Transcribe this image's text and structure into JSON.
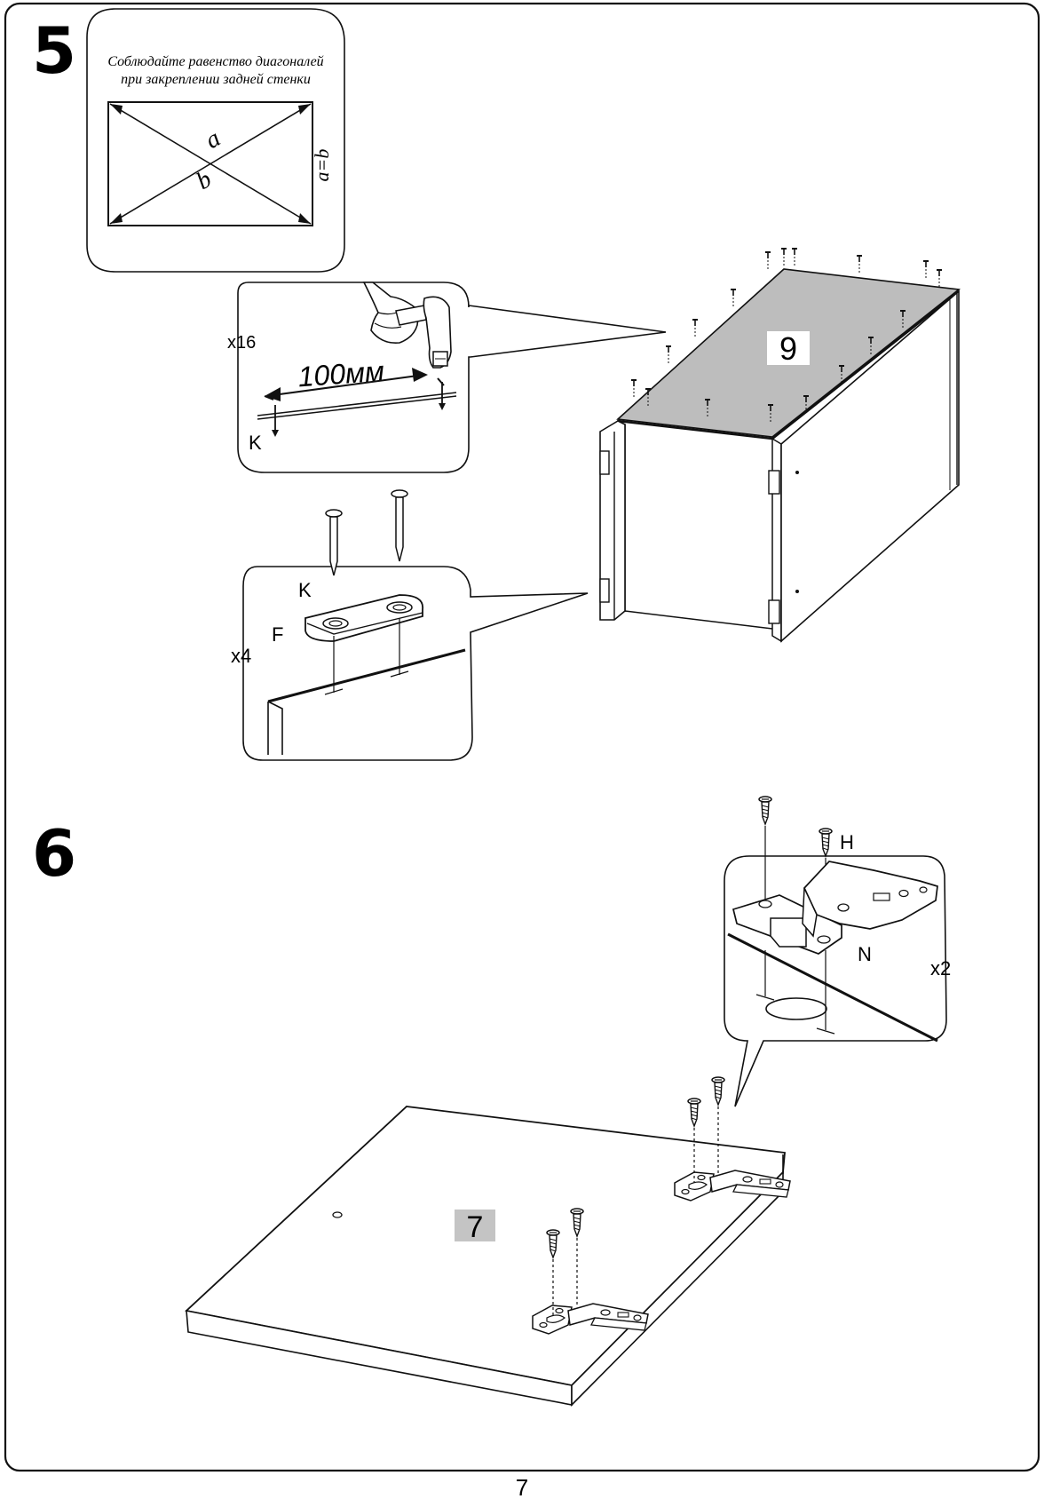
{
  "step5": {
    "number": "5",
    "note_line1": "Соблюдайте равенство диагоналей",
    "note_line2": "при закреплении задней стенки",
    "diag_a": "a",
    "diag_b": "b",
    "equality": "a=b",
    "nail_count": "x16",
    "spacing": "100мм",
    "nail_label": "K",
    "panel_label": "9",
    "clip_nail_label": "K",
    "clip_label": "F",
    "clip_count": "x4"
  },
  "step6": {
    "number": "6",
    "screw_label": "H",
    "hinge_label": "N",
    "hinge_count": "x2",
    "panel_label": "7"
  },
  "page_number": "7",
  "colors": {
    "line": "#111111",
    "back_panel": "#bdbdbd",
    "label_box": "#c4c4c4"
  }
}
